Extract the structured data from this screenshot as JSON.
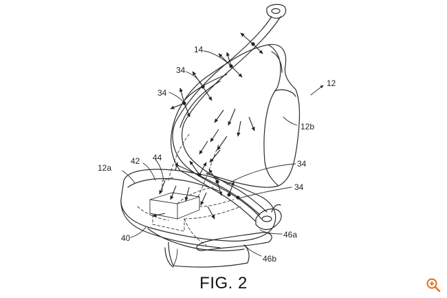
{
  "figure": {
    "caption": "FIG. 2",
    "reference_labels": {
      "seat_assembly": "12",
      "seat_base": "12a",
      "seat_back": "12b",
      "seatbelt": "14",
      "outlet": "34",
      "module_housing": "40",
      "module_a": "42",
      "module_b": "44",
      "buckle_upper": "46a",
      "buckle_lower": "46b"
    }
  },
  "controls": {
    "zoom_icon": "zoom-in-icon",
    "accent_color": "#e87722"
  }
}
